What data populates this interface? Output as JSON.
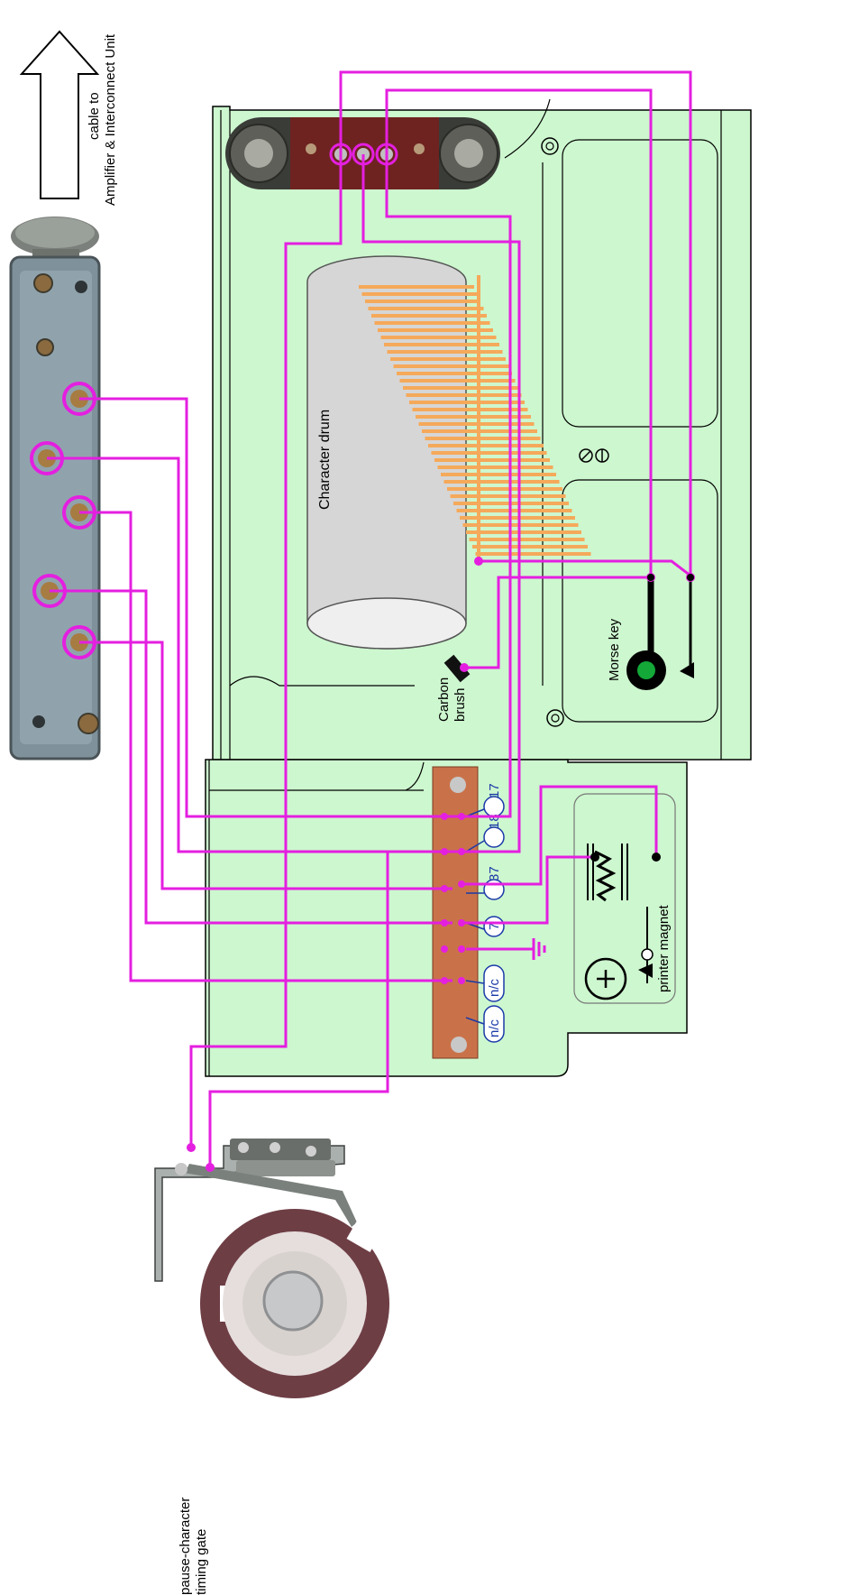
{
  "labels": {
    "cable_line1": "cable to",
    "cable_line2": "Amplifier & Interconnect Unit",
    "character_drum": "Character drum",
    "carbon_brush_line1": "Carbon",
    "carbon_brush_line2": "brush",
    "morse_key": "Morse key",
    "printer_magnet": "printer magnet",
    "pause_line1": "pause-character",
    "pause_line2": "timing gate"
  },
  "terminals": [
    "17",
    "18",
    "37",
    "7",
    "n/c",
    "n/c"
  ],
  "colors": {
    "wire": "#e41fe0",
    "panel_fill": "#cdf7cf",
    "drum_fill": "#d6d6d6",
    "drum_tracks": "#f5a95a",
    "terminal_strip": "#c9724a",
    "terminal_number": "#1a3aa8",
    "key_knob": "#13a838"
  },
  "icons": [
    "up-arrow-icon",
    "ground-icon",
    "plus-icon",
    "coil-icon",
    "screw-icon"
  ]
}
